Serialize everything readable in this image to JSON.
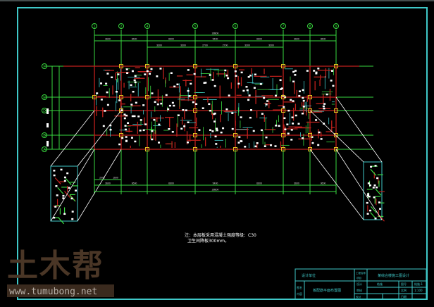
{
  "drawing": {
    "axes_x": [
      "1",
      "2",
      "4",
      "5",
      "6",
      "7",
      "8",
      "9"
    ],
    "axes_y": [
      "F",
      "E",
      "D",
      "B",
      "A"
    ],
    "dim_total": "28800",
    "dims_top": [
      "3600",
      "3600",
      "6600",
      "5400",
      "6600",
      "3600",
      "3600"
    ],
    "dims_sub": [
      "3300",
      "3300",
      "2700",
      "2700",
      "3300",
      "3300"
    ],
    "dims_bottom_extra": [
      "2000",
      "1600"
    ],
    "note_line1": "注：本层板采用混凝土强度等级：C30",
    "note_line2": "卫生间降板300mm。"
  },
  "title_block": {
    "company": "设计单位",
    "project": "某综合楼施工图设计",
    "drawing_name": "板配筋平面布置图",
    "left_labels": [
      "图名",
      "内容"
    ],
    "row_labels": [
      "工程名称",
      "项目"
    ],
    "cells": [
      "设计",
      "审核",
      "校对",
      "结施",
      "图号",
      "比例",
      "日期",
      "结施-1"
    ],
    "scale_value": "1:100"
  },
  "watermark": {
    "logo": "土木帮",
    "url": "www.tumubong.net"
  },
  "colors": {
    "axis": "#39d93f",
    "beam": "#c0201c",
    "frame": "#3fc8c8",
    "rebar": "#ffffff",
    "column": "#e0c020"
  }
}
